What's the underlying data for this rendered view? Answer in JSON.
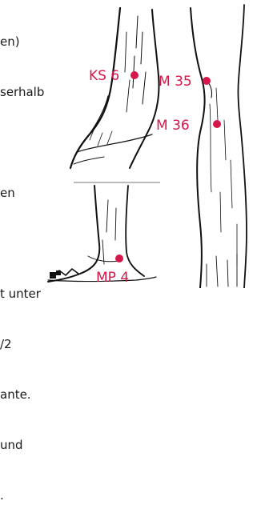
{
  "text_lines": [
    "en)",
    "serhalb",
    "",
    "en",
    "",
    "t unter",
    "/2",
    "ante.",
    "und",
    "."
  ],
  "points": [
    {
      "label": "KS 6"
    },
    {
      "label": "M 35"
    },
    {
      "label": "M 36"
    },
    {
      "label": "MP 4"
    }
  ],
  "colors": {
    "accent": "#d6174a",
    "ink": "#111111",
    "text": "#1a1a1a",
    "background": "#ffffff"
  }
}
